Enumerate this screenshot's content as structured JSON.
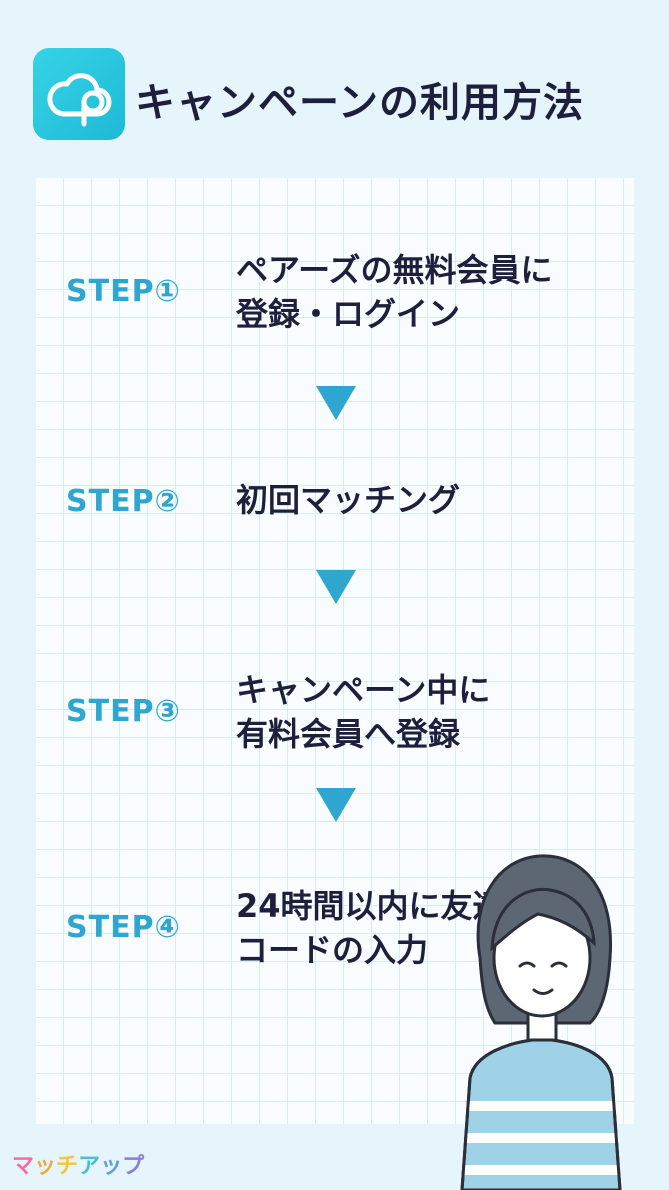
{
  "header": {
    "title": "キャンペーンの利用方法",
    "logo_icon": "pairs-cloud-logo-icon"
  },
  "steps": [
    {
      "label": "STEP①",
      "lines": [
        "ペアーズの無料会員に",
        "登録・ログイン"
      ]
    },
    {
      "label": "STEP②",
      "lines": [
        "初回マッチング"
      ]
    },
    {
      "label": "STEP③",
      "lines": [
        "キャンペーン中に",
        "有料会員へ登録"
      ]
    },
    {
      "label": "STEP④",
      "lines": [
        "24時間以内に友達紹介",
        "コードの入力"
      ]
    }
  ],
  "arrow_icon": "triangle-down-icon",
  "brand": {
    "chars": [
      "マ",
      "ッ",
      "チ",
      "ア",
      "ッ",
      "プ"
    ]
  },
  "colors": {
    "background": "#e6f4fb",
    "accent": "#2fa6cf",
    "text": "#1d1f3d",
    "logo": "#27c5dd"
  }
}
